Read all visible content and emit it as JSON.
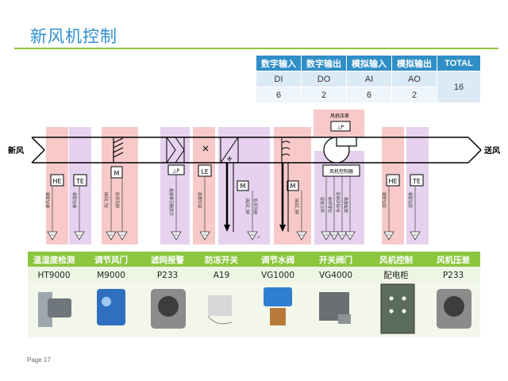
{
  "title": "新风机控制",
  "io_table": {
    "headers": [
      "数字输入",
      "数字输出",
      "模拟输入",
      "模拟输出",
      "TOTAL"
    ],
    "row_labels": [
      "DI",
      "DO",
      "AI",
      "AO"
    ],
    "row_values": [
      "6",
      "2",
      "6",
      "2"
    ],
    "total": "16"
  },
  "diagram": {
    "fresh_air": "新风",
    "supply_air": "送风",
    "fan_pressure": "风机压差",
    "fan_status": "风机控制器",
    "sensors": {
      "he1": "HE",
      "te1": "TE",
      "m1": "M",
      "dp1": "△P",
      "le": "LE",
      "m2": "M",
      "m3": "M",
      "dp2": "△P",
      "he2": "HE",
      "te2": "TE"
    },
    "signal_labels": {
      "s1": "新风温度",
      "s2": "新风湿度",
      "s3": "风门控制",
      "s4": "阀位反馈",
      "s5": "过滤器压差报警",
      "s6": "防冻报警",
      "s7": "阀门控制",
      "s8": "阀位反馈",
      "s9": "阀门控制",
      "s10": "运行状态",
      "s11": "风机启停",
      "s12": "手/自动状态",
      "s13": "故障报警",
      "s14": "送风温度",
      "s15": "送风湿度"
    },
    "io_marks": {
      "m1": "AI",
      "m2": "AI",
      "m3": "AO",
      "m4": "AI",
      "m5": "DI",
      "m6": "DI",
      "m7": "AO",
      "m8": "AI",
      "m9": "DO",
      "m10": "DI",
      "m11": "DO",
      "m12": "DI",
      "m13": "DI",
      "m14": "AI",
      "m15": "AI"
    }
  },
  "devices": {
    "names": [
      "温湿度检测",
      "调节风门",
      "滤网报警",
      "防冻开关",
      "调节水阀",
      "开关阀门",
      "风机控制",
      "风机压差"
    ],
    "models": [
      "HT9000",
      "M9000",
      "P233",
      "A19",
      "VG1000",
      "VG4000",
      "配电柜",
      "P233"
    ]
  },
  "page_label": "Page 17"
}
